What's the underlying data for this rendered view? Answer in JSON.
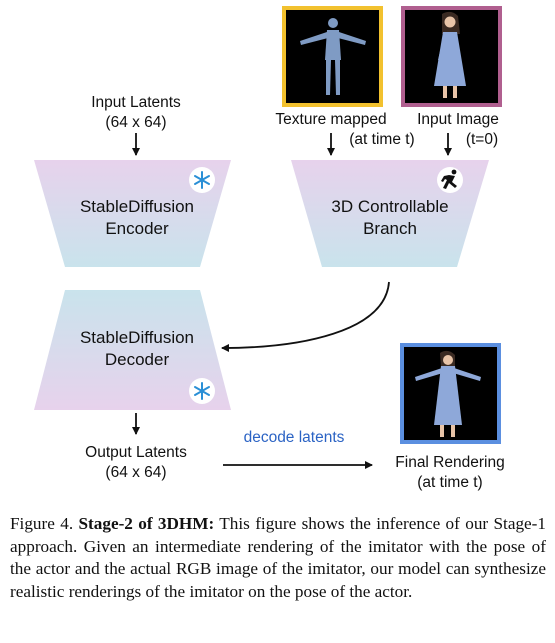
{
  "diagram": {
    "input_latents": {
      "line1": "Input Latents",
      "line2": "(64 x 64)"
    },
    "texture_mapped": {
      "line1": "Texture mapped",
      "line2": "(at time t)"
    },
    "input_image": {
      "line1": "Input Image",
      "line2": "(t=0)"
    },
    "encoder": {
      "line1": "StableDiffusion",
      "line2": "Encoder",
      "badge": "snowflake-icon"
    },
    "controllable": {
      "line1": "3D Controllable",
      "line2": "Branch",
      "badge": "running-icon"
    },
    "decoder": {
      "line1": "StableDiffusion",
      "line2": "Decoder",
      "badge": "snowflake-icon"
    },
    "output_latents": {
      "line1": "Output Latents",
      "line2": "(64 x 64)"
    },
    "decode_label": "decode latents",
    "final_rendering": {
      "line1": "Final Rendering",
      "line2": "(at time t)"
    },
    "colors": {
      "texture_frame": "#f2c12e",
      "input_frame": "#b05f8f",
      "final_frame": "#5b8fe0",
      "decode_text": "#2b63c4"
    }
  },
  "caption": {
    "prefix": "Figure 4. ",
    "title": "Stage-2 of 3DHM:",
    "body": " This figure shows the inference of our Stage-1 approach. Given an intermediate rendering of the imitator with the pose of the actor and the actual RGB image of the imitator, our model can synthesize realistic renderings of the imitator on the pose of the actor."
  }
}
